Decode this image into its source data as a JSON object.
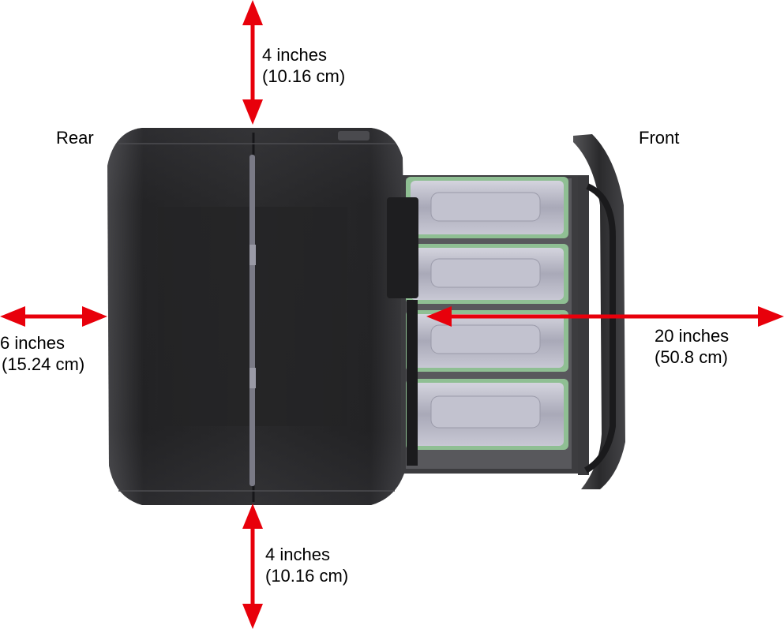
{
  "labels": {
    "rear": "Rear",
    "front": "Front",
    "top": {
      "inches": "4 inches",
      "cm": "(10.16 cm)"
    },
    "bottom": {
      "inches": "4 inches",
      "cm": "(10.16 cm)"
    },
    "left": {
      "inches": "6 inches",
      "cm": "(15.24 cm)"
    },
    "right": {
      "inches": "20 inches",
      "cm": "(50.8 cm)"
    }
  },
  "colors": {
    "arrow": "#e8000b",
    "body": "#2a2a2c",
    "tray": "#b9b9c7",
    "tray_rim": "#8fbf93",
    "frame": "#3a3a3c"
  }
}
